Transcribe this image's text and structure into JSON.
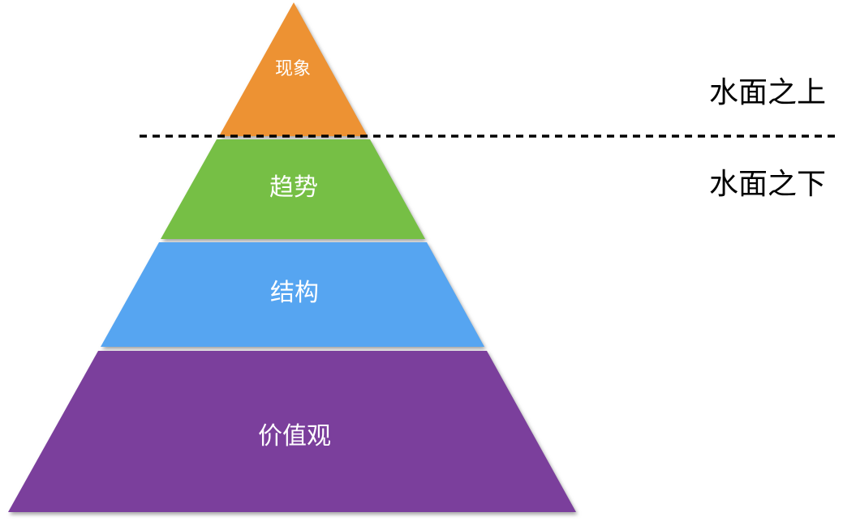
{
  "diagram": {
    "type": "pyramid-iceberg",
    "layers": [
      {
        "label": "现象",
        "color": "#ED9233",
        "text_color": "#FFFFFF"
      },
      {
        "label": "趋势",
        "color": "#76BF45",
        "text_color": "#FFFFFF"
      },
      {
        "label": "结构",
        "color": "#56A5F1",
        "text_color": "#FFFFFF"
      },
      {
        "label": "价值观",
        "color": "#7B3F9C",
        "text_color": "#FFFFFF"
      }
    ],
    "annotations": {
      "above_line": "水面之上",
      "below_line": "水面之下",
      "text_color": "#000000"
    },
    "divider": {
      "style": "dashed",
      "color": "#000000"
    }
  }
}
